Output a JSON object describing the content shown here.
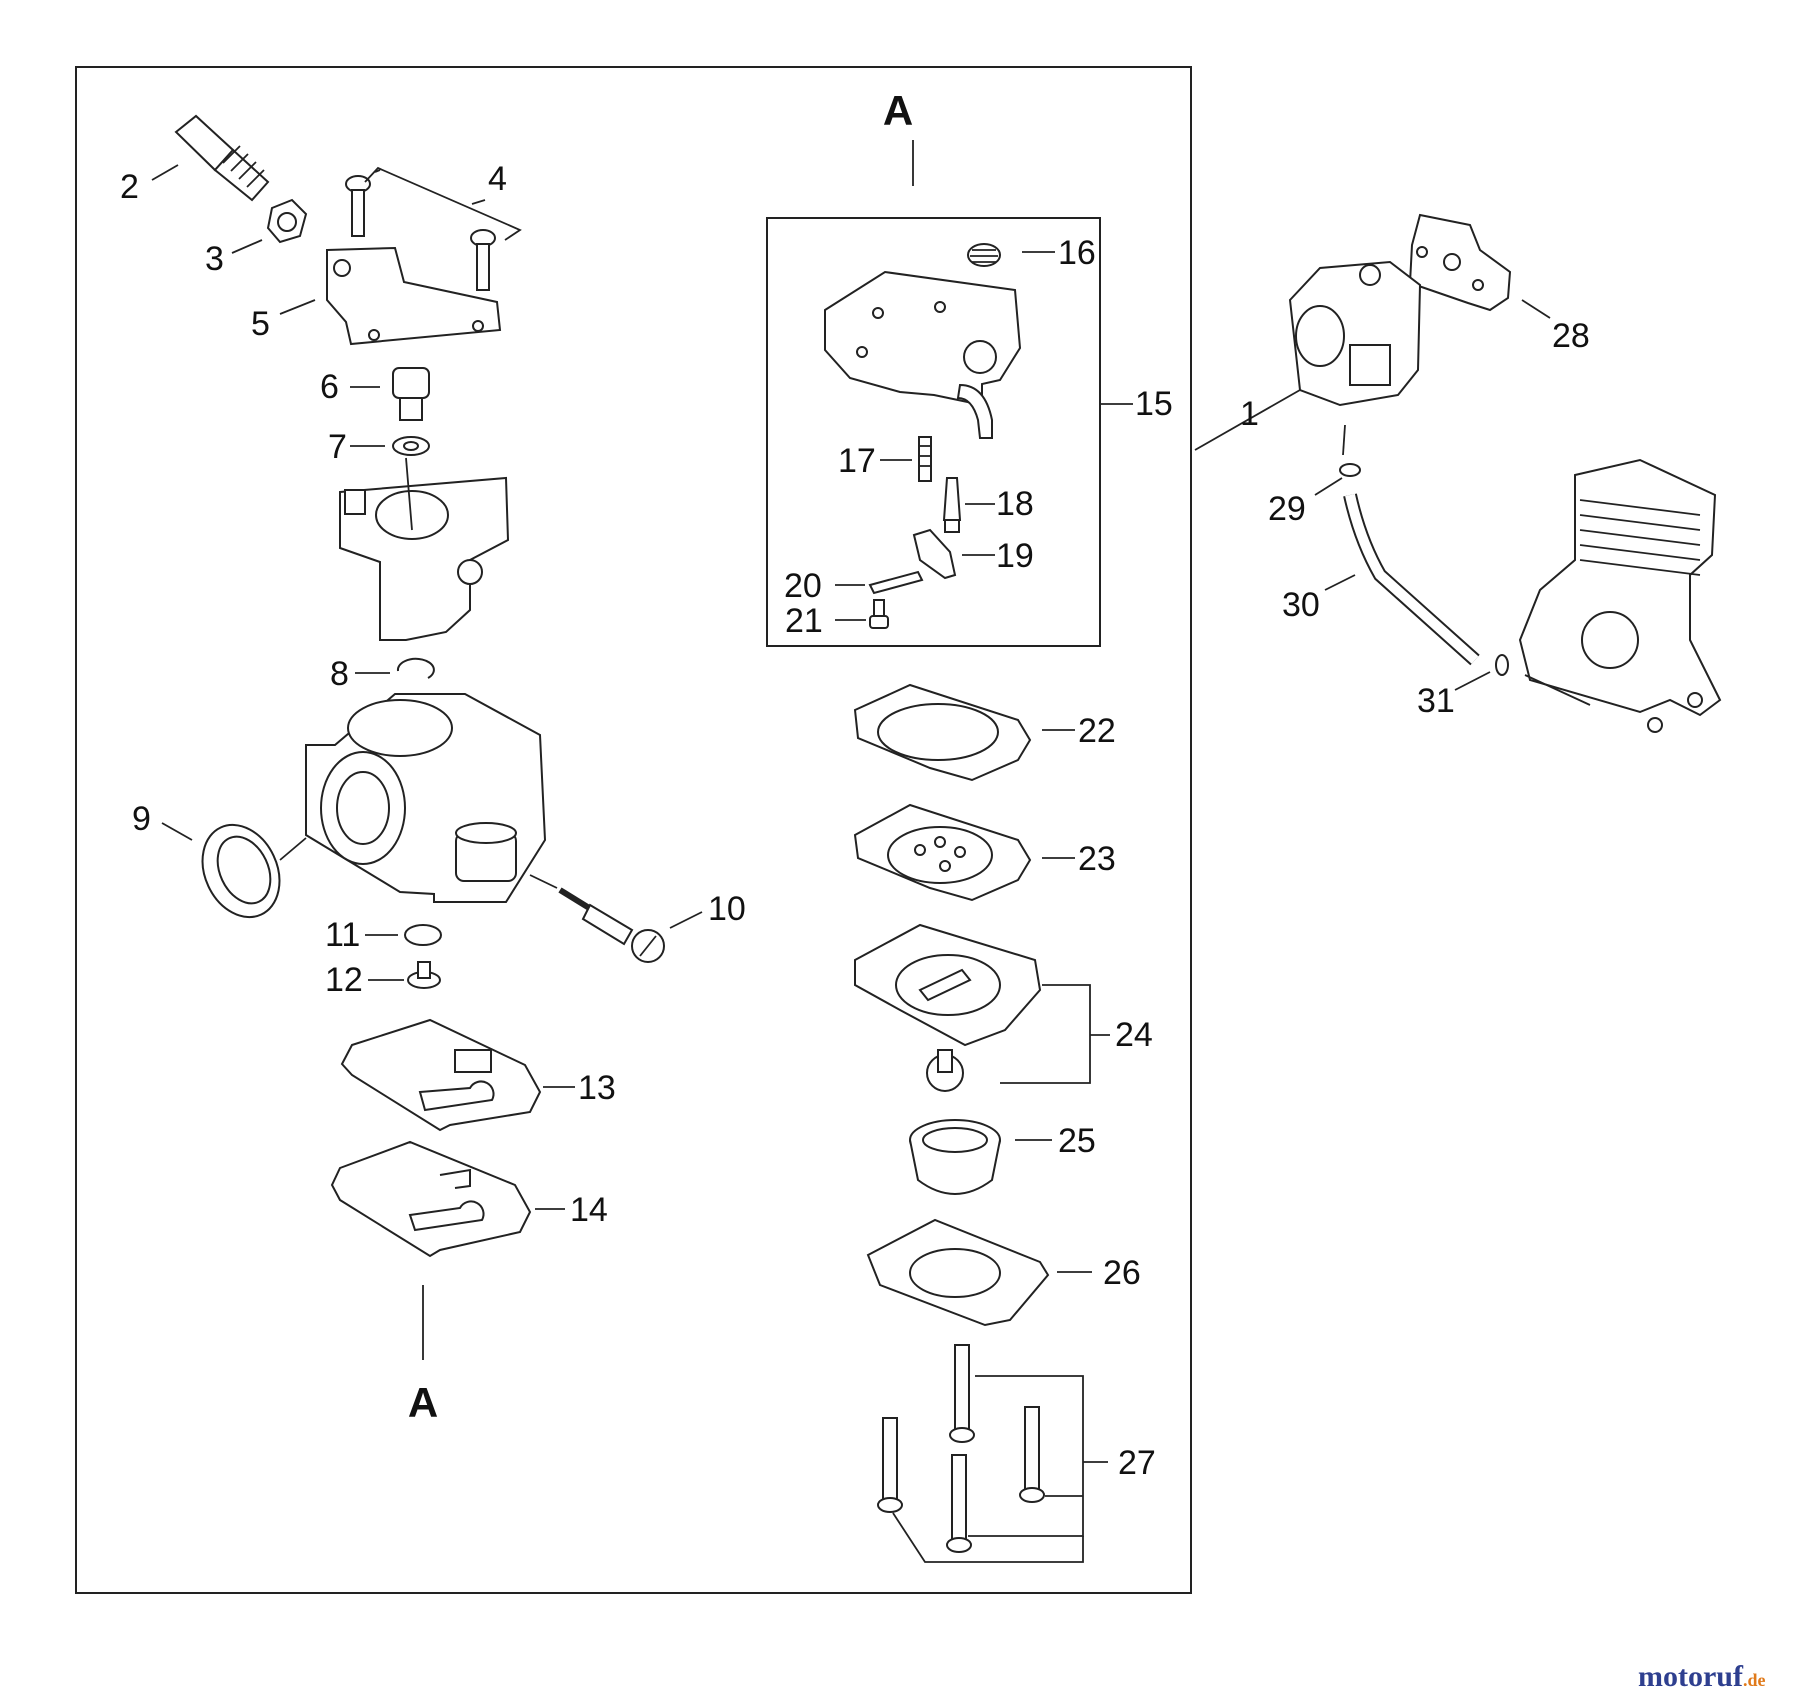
{
  "diagram": {
    "section_marker_top": "A",
    "section_marker_bottom": "A",
    "callouts": {
      "c1": "1",
      "c2": "2",
      "c3": "3",
      "c4": "4",
      "c5": "5",
      "c6": "6",
      "c7": "7",
      "c8": "8",
      "c9": "9",
      "c10": "10",
      "c11": "11",
      "c12": "12",
      "c13": "13",
      "c14": "14",
      "c15": "15",
      "c16": "16",
      "c17": "17",
      "c18": "18",
      "c19": "19",
      "c20": "20",
      "c21": "21",
      "c22": "22",
      "c23": "23",
      "c24": "24",
      "c25": "25",
      "c26": "26",
      "c27": "27",
      "c28": "28",
      "c29": "29",
      "c30": "30",
      "c31": "31"
    }
  },
  "watermark": {
    "part1": "motoruf",
    "part2": ".de"
  },
  "colors": {
    "ink": "#222222",
    "watermark_blue": "#2e3f8f",
    "watermark_orange": "#e07a1a"
  }
}
